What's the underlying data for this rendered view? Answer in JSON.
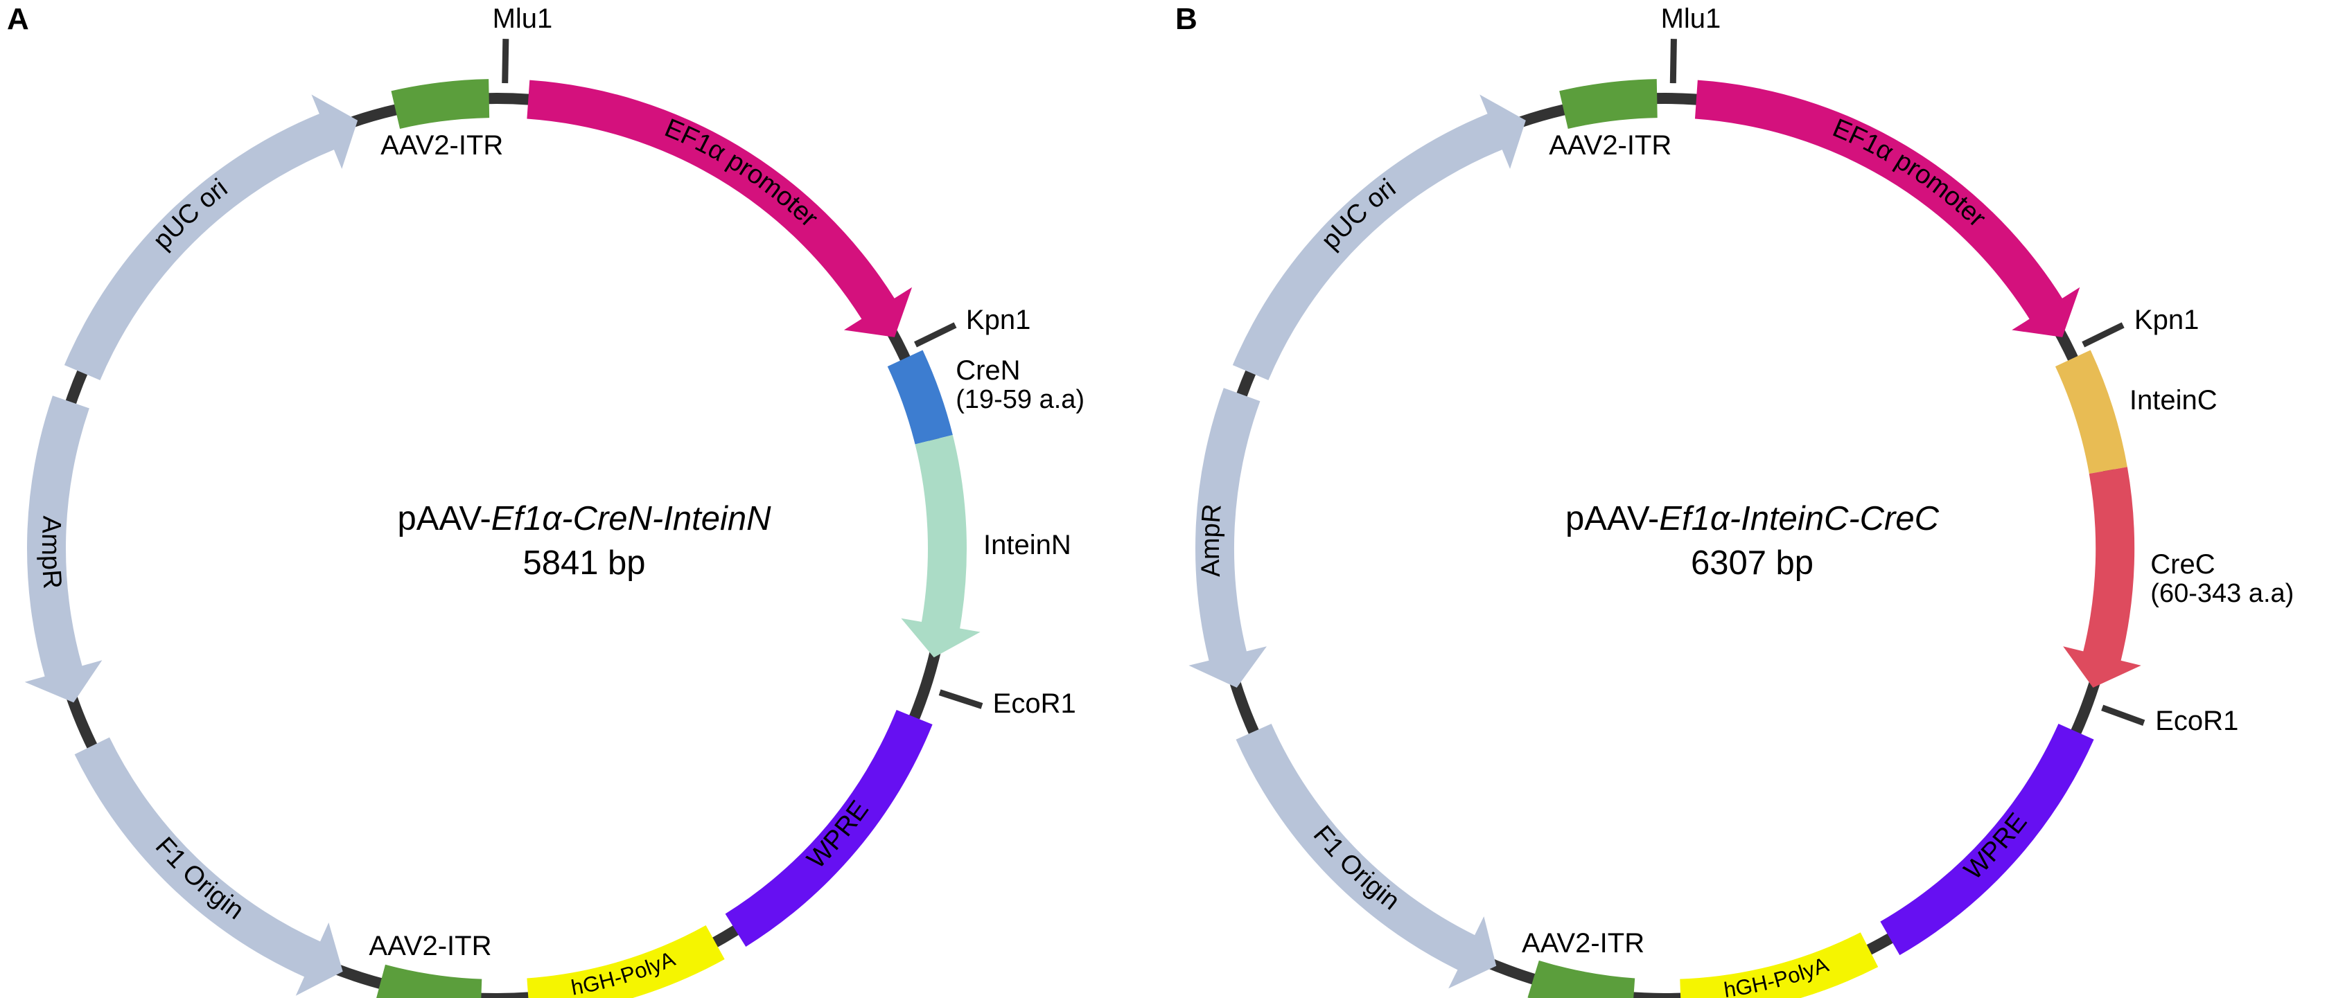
{
  "figure": {
    "panels": [
      {
        "letter": "A",
        "title_prefix": "pAAV-",
        "title_italic": "Ef1α-CreN-InteinN",
        "size_label": "5841 bp",
        "backbone_color": "#333333",
        "features": [
          {
            "name": "puc-ori",
            "label": "pUC ori",
            "color": "#b8c4d9",
            "shape": "arrow-cw",
            "start": 293,
            "end": 342,
            "label_place": "on-arc"
          },
          {
            "name": "aav2-itr-top",
            "label": "AAV2-ITR",
            "color": "#5b9e3c",
            "shape": "box",
            "start": 347,
            "end": 359,
            "label_place": "outside-below"
          },
          {
            "name": "ef1a-promoter",
            "label": "EF1α promoter",
            "color": "#d4117d",
            "shape": "arrow-cw",
            "start": 4,
            "end": 62,
            "label_place": "on-arc"
          },
          {
            "name": "cren",
            "label": "CreN",
            "color": "#3d7dd0",
            "shape": "box",
            "start": 65,
            "end": 76,
            "label_place": "outside-right",
            "sublabel": "(19-59 a.a)"
          },
          {
            "name": "inteinn",
            "label": "InteinN",
            "color": "#abdcc6",
            "shape": "arrow-cw",
            "start": 76,
            "end": 104,
            "label_place": "outside-right"
          },
          {
            "name": "wpre",
            "label": "WPRE",
            "color": "#6610f2",
            "shape": "box-arc",
            "start": 112,
            "end": 148,
            "label_place": "on-arc"
          },
          {
            "name": "hgh-polya",
            "label": "hGH-PolyA",
            "color": "#f5f500",
            "shape": "box-arc",
            "start": 151,
            "end": 176,
            "label_place": "on-arc"
          },
          {
            "name": "aav2-itr-bottom",
            "label": "AAV2-ITR",
            "color": "#5b9e3c",
            "shape": "box",
            "start": 182,
            "end": 195,
            "label_place": "outside-above"
          },
          {
            "name": "f1-origin",
            "label": "F1 Origin",
            "color": "#b8c4d9",
            "shape": "arrow-ccw",
            "start": 200,
            "end": 244,
            "label_place": "on-arc"
          },
          {
            "name": "ampr",
            "label": "AmpR",
            "color": "#b8c4d9",
            "shape": "arrow-ccw",
            "start": 250,
            "end": 289,
            "label_place": "on-arc"
          }
        ],
        "restriction_sites": [
          {
            "name": "mlu1",
            "label": "Mlu1",
            "angle": 1,
            "align": "center"
          },
          {
            "name": "kpn1",
            "label": "Kpn1",
            "angle": 64,
            "align": "left"
          },
          {
            "name": "ecor1",
            "label": "EcoR1",
            "angle": 108,
            "align": "left"
          }
        ]
      },
      {
        "letter": "B",
        "title_prefix": "pAAV-",
        "title_italic": "Ef1α-InteinC-CreC",
        "size_label": "6307 bp",
        "backbone_color": "#333333",
        "features": [
          {
            "name": "puc-ori",
            "label": "pUC ori",
            "color": "#b8c4d9",
            "shape": "arrow-cw",
            "start": 293,
            "end": 342,
            "label_place": "on-arc"
          },
          {
            "name": "aav2-itr-top",
            "label": "AAV2-ITR",
            "color": "#5b9e3c",
            "shape": "box",
            "start": 347,
            "end": 359,
            "label_place": "outside-below"
          },
          {
            "name": "ef1a-promoter",
            "label": "EF1α promoter",
            "color": "#d4117d",
            "shape": "arrow-cw",
            "start": 4,
            "end": 62,
            "label_place": "on-arc"
          },
          {
            "name": "inteinc",
            "label": "InteinC",
            "color": "#e8bc54",
            "shape": "box",
            "start": 65,
            "end": 80,
            "label_place": "outside-right"
          },
          {
            "name": "crec",
            "label": "CreC",
            "color": "#de4b5e",
            "shape": "arrow-cw",
            "start": 80,
            "end": 108,
            "label_place": "outside-right",
            "sublabel": "(60-343 a.a)"
          },
          {
            "name": "wpre",
            "label": "WPRE",
            "color": "#6610f2",
            "shape": "box-arc",
            "start": 114,
            "end": 150,
            "label_place": "on-arc"
          },
          {
            "name": "hgh-polya",
            "label": "hGH-PolyA",
            "color": "#f5f500",
            "shape": "box-arc",
            "start": 153,
            "end": 178,
            "label_place": "on-arc"
          },
          {
            "name": "aav2-itr-bottom",
            "label": "AAV2-ITR",
            "color": "#5b9e3c",
            "shape": "box",
            "start": 184,
            "end": 197,
            "label_place": "outside-above"
          },
          {
            "name": "f1-origin",
            "label": "F1 Origin",
            "color": "#b8c4d9",
            "shape": "arrow-ccw",
            "start": 202,
            "end": 246,
            "label_place": "on-arc"
          },
          {
            "name": "ampr",
            "label": "AmpR",
            "color": "#b8c4d9",
            "shape": "arrow-ccw",
            "start": 252,
            "end": 290,
            "label_place": "on-arc"
          }
        ],
        "restriction_sites": [
          {
            "name": "mlu1",
            "label": "Mlu1",
            "angle": 1,
            "align": "center"
          },
          {
            "name": "kpn1",
            "label": "Kpn1",
            "angle": 64,
            "align": "left"
          },
          {
            "name": "ecor1",
            "label": "EcoR1",
            "angle": 110,
            "align": "left"
          }
        ]
      }
    ]
  }
}
